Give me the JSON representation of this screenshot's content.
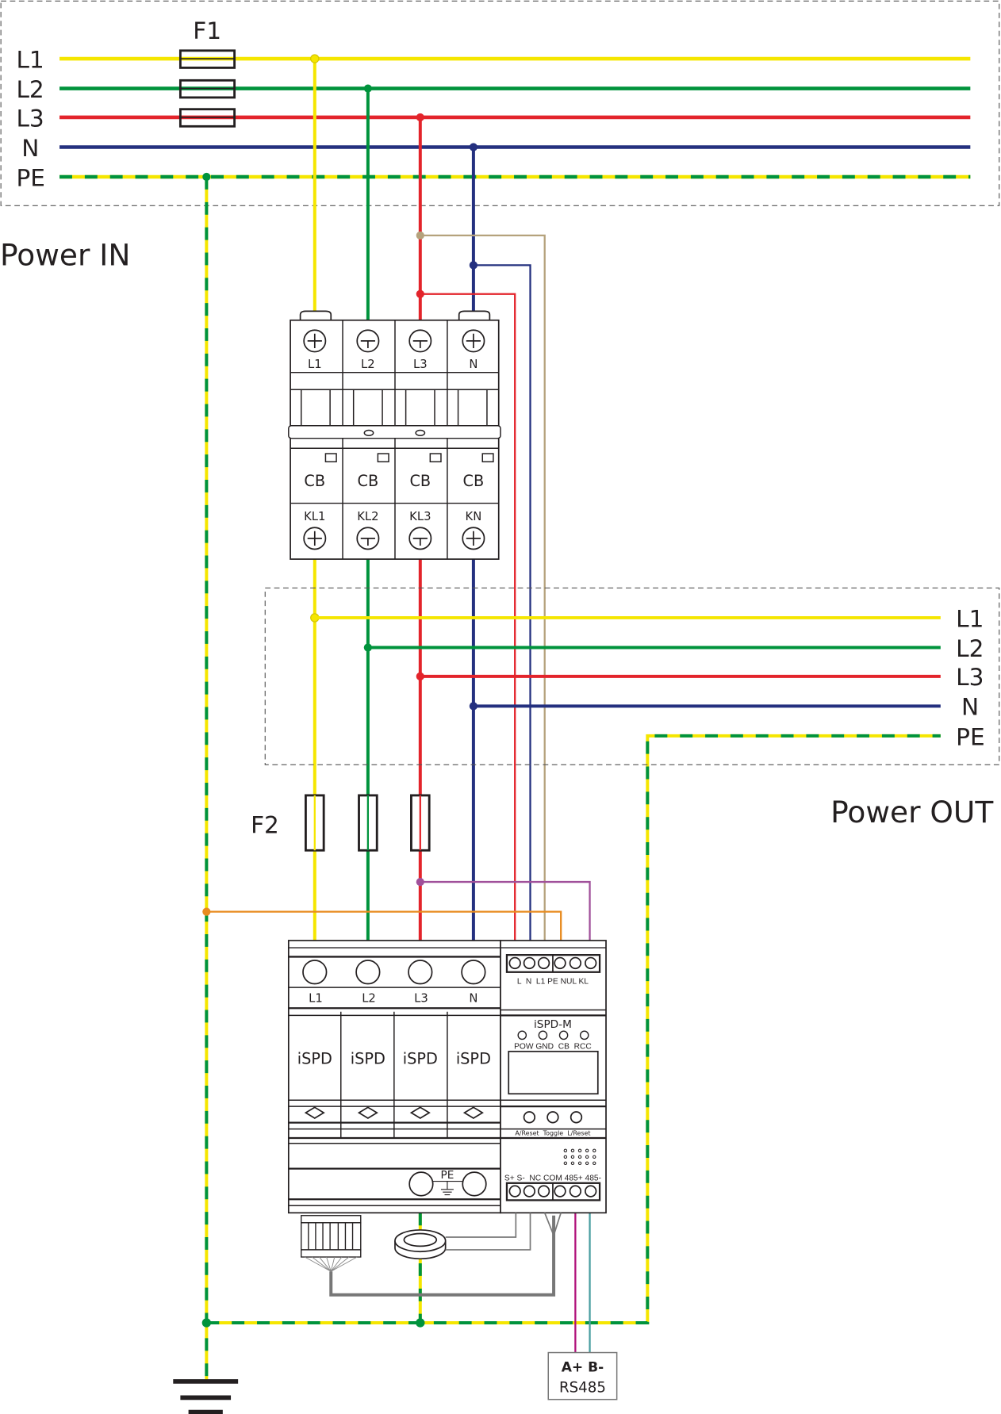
{
  "colors": {
    "L1": "#f5e600",
    "L2": "#00933c",
    "L3": "#e3242b",
    "N": "#24307f",
    "PE_green": "#00933c",
    "PE_yellow": "#f5e600",
    "tan": "#b5a27c",
    "purple": "#a0509a",
    "orange": "#e88b1f",
    "magenta": "#b0107a",
    "teal": "#4a9ea0",
    "gray": "#777777"
  },
  "power_in": {
    "title": "Power IN",
    "lines": [
      "L1",
      "L2",
      "L3",
      "N",
      "PE"
    ],
    "fuse_label": "F1"
  },
  "power_out": {
    "title": "Power OUT",
    "lines": [
      "L1",
      "L2",
      "L3",
      "N",
      "PE"
    ],
    "fuse_label": "F2"
  },
  "breaker": {
    "top_labels": [
      "L1",
      "L2",
      "L3",
      "N"
    ],
    "mid_labels": [
      "CB",
      "CB",
      "CB",
      "CB"
    ],
    "bottom_labels": [
      "KL1",
      "KL2",
      "KL3",
      "KN"
    ]
  },
  "spd": {
    "terminal_labels": [
      "L1",
      "L2",
      "L3",
      "N"
    ],
    "module_labels": [
      "iSPD",
      "iSPD",
      "iSPD",
      "iSPD"
    ],
    "pe_label": "PE"
  },
  "monitor": {
    "top_terminals": "L  N  L1 PE NUL KL",
    "title": "iSPD-M",
    "leds": "POW GND  CB  RCC",
    "buttons": "A/Reset  Toggle  L/Reset",
    "bottom_terminals": "S+ S-  NC COM 485+ 485-"
  },
  "rs485": {
    "line1": "A+ B-",
    "line2": "RS485"
  }
}
